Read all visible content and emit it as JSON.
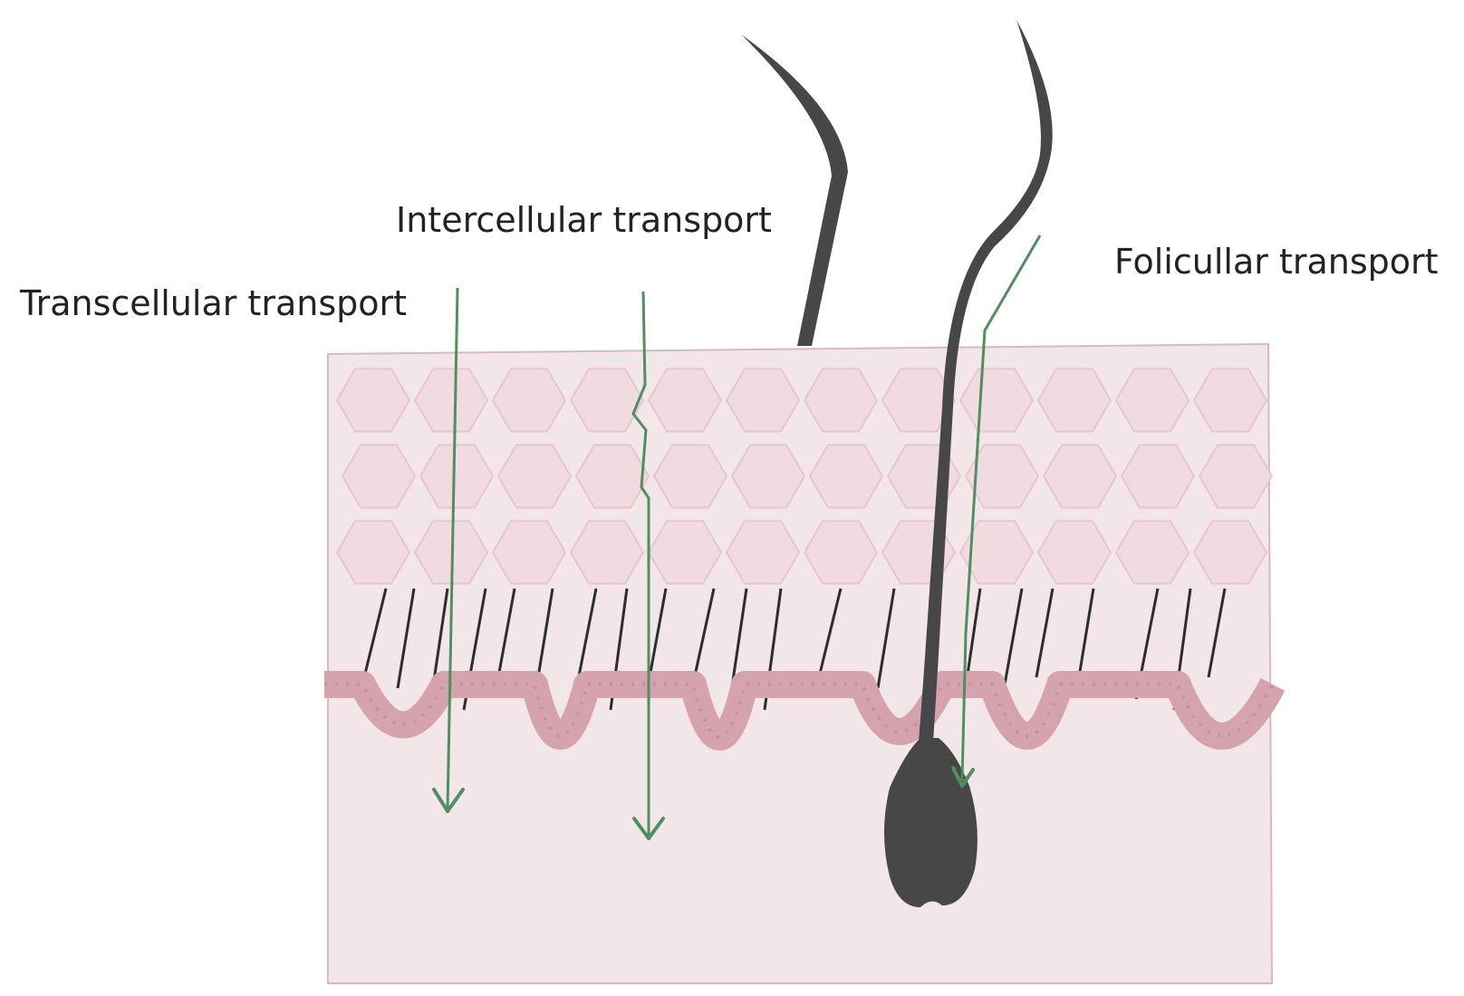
{
  "labels": {
    "intercellular": "Intercellular transport",
    "transcellular": "Transcellular transport",
    "follicular": "Folicullar transport"
  },
  "colors": {
    "dermis": "#f3e6e8",
    "border": "#d8b9bf",
    "cell_fill": "#f0dbe0",
    "cell_stroke": "#e6c7ce",
    "basal_layer": "#d4a3ad",
    "hair": "#474747",
    "arrow": "#4f8f60",
    "text": "#222222"
  }
}
